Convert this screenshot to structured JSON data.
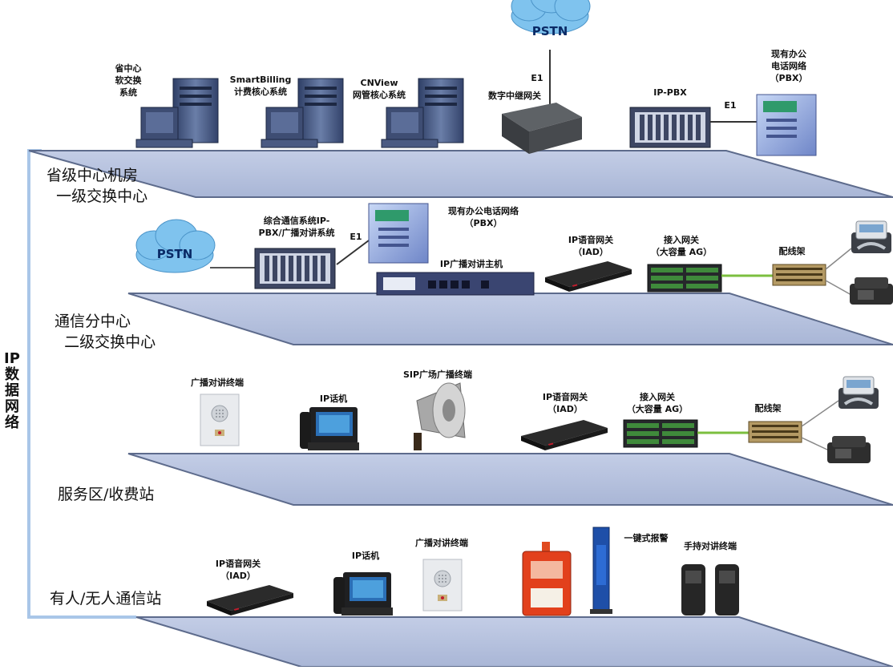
{
  "side_label": "IP数据网络",
  "floors": {
    "f1": "省级中心机房\n  一级交换中心",
    "f2": "通信分中心\n  二级交换中心",
    "f3": "服务区/收费站",
    "f4": "有人/无人通信站"
  },
  "clouds": {
    "pstn1": "PSTN",
    "pstn2": "PSTN"
  },
  "links": {
    "e1_top": "E1",
    "e1_pbx": "E1",
    "e1_f2": "E1"
  },
  "labels": {
    "softswitch": "省中心\n软交换\n系统",
    "billing": "SmartBilling\n计费核心系统",
    "cnview": "CNView\n网管核心系统",
    "trunk_gateway": "数字中继网关",
    "ippbx": "IP-PBX",
    "office_pbx_top": "现有办公\n电话网络\n（PBX）",
    "integrated_pbx": "综合通信系统IP-\nPBX/广播对讲系统",
    "office_pbx_f2": "现有办公电话网络\n（PBX）",
    "broadcast_host": "IP广播对讲主机",
    "iad_f2": "IP语音网关\n（IAD）",
    "ag_f2": "接入网关\n（大容量 AG）",
    "distribution_f2": "配线架",
    "bcast_terminal_f3": "广播对讲终端",
    "ipphone_f3": "IP话机",
    "sip_speaker": "SIP广场广播终端",
    "iad_f3": "IP语音网关\n（IAD）",
    "ag_f3": "接入网关\n（大容量 AG）",
    "distribution_f3": "配线架",
    "iad_f4": "IP语音网关\n（IAD）",
    "ipphone_f4": "IP话机",
    "bcast_terminal_f4": "广播对讲终端",
    "alarm": "一键式报警",
    "handheld": "手持对讲终端"
  },
  "colors": {
    "platform": "#b7c3e0",
    "platform_edge": "#6a7898",
    "network_line": "#a9c6e8",
    "cloud": "#7fc3ee",
    "green_link": "#7cbf3f"
  }
}
